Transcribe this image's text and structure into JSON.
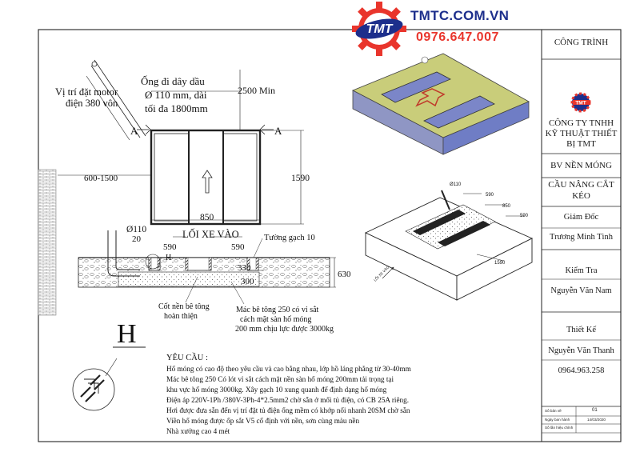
{
  "header": {
    "site": "TMTC.COM.VN",
    "phone": "0976.647.007",
    "logo_letters": "TMT"
  },
  "title_block": {
    "project_label": "CÔNG TRÌNH",
    "company_line1": "CÔNG TY TNHH",
    "company_line2": "KỸ THUẬT THIẾT",
    "company_line3": "BỊ TMT",
    "drawing_name": "BV NỀN MÓNG",
    "product_line1": "CẦU NÂNG CẮT",
    "product_line2": "KÉO",
    "director_label": "Giám Đốc",
    "director_name": "Trương Minh Tình",
    "checker_label": "Kiểm Tra",
    "checker_name": "Nguyễn Văn Nam",
    "designer_label": "Thiết Kế",
    "designer_name": "Nguyễn Văn Thanh",
    "designer_phone": "0964.963.258",
    "sheet_no_label": "Số bản vẽ",
    "sheet_no": "01",
    "date_label": "Ngày ban hành",
    "date_value": "14/03/2020",
    "revision_label": "Số lần hiệu chỉnh"
  },
  "plan_view": {
    "motor_label_1": "Vị trí đặt motor",
    "motor_label_2": "điện 380 vôn",
    "pipe_label_1": "Ống đi dây dầu",
    "pipe_label_2": "Ø 110 mm, dài",
    "pipe_label_3": "tối đa 1800mm",
    "dim_top": "2500 Min",
    "dim_side": "600-1500",
    "dim_height": "1590",
    "dim_bottom": "850",
    "section_left": "A",
    "section_right": "A"
  },
  "section_view": {
    "entry_label": "LỐI XE VÀO",
    "pipe_dia": "Ø110",
    "dim_20": "20",
    "dim_590_left": "590",
    "dim_590_right": "590",
    "brick_wall": "Tường gạch 10",
    "detail_marker": "H",
    "dim_330": "330",
    "dim_300": "300",
    "dim_630": "630",
    "floor_label_1": "Cốt nền bê tông",
    "floor_label_2": "hoàn thiện",
    "concrete_label_1": "Mác bê tông 250 có vỉ sắt",
    "concrete_label_2": "cách mặt sàn hố móng",
    "concrete_label_3": "200 mm chịu lực được 3000kg"
  },
  "detail": {
    "big_letter": "H"
  },
  "iso_view": {
    "pipe_dia": "Ø110",
    "dim_590_top": "590",
    "dim_850": "850",
    "dim_590_right": "590",
    "dim_1590": "1590",
    "entry_label": "LỐI XE VÀO"
  },
  "requirements": {
    "heading": "YÊU CẦU :",
    "lines": [
      "Hố móng có cao độ theo yêu cầu và cao bằng nhau, lớp hồ láng phẳng từ 30-40mm",
      "Mác bê tông 250 Có lót vỉ sắt cách mặt nền sàn hố móng 200mm tải trọng tại",
      "khu vực hố móng 3000kg. Xây gạch 10 xung quanh để định dạng hố móng",
      "Điện áp 220V-1Ph /380V-3Ph-4*2.5mm2 chờ sẵn ở mối tủ điện, có CB 25A riêng.",
      "Hơi được đưa sẵn đến vị trí đặt tủ điện ống mềm có khớp nối nhanh 20SM  chờ sẵn",
      "Viền hố móng được ốp sắt V5 cố định với nền, sơn cùng màu nền",
      "Nhà xưởng cao 4 mét"
    ]
  },
  "colors": {
    "slab_top": "#c9cd7a",
    "slab_side": "#7d88c9",
    "pit": "#7b86c8",
    "brand_blue": "#1d2f8c",
    "brand_red": "#e9352c"
  }
}
